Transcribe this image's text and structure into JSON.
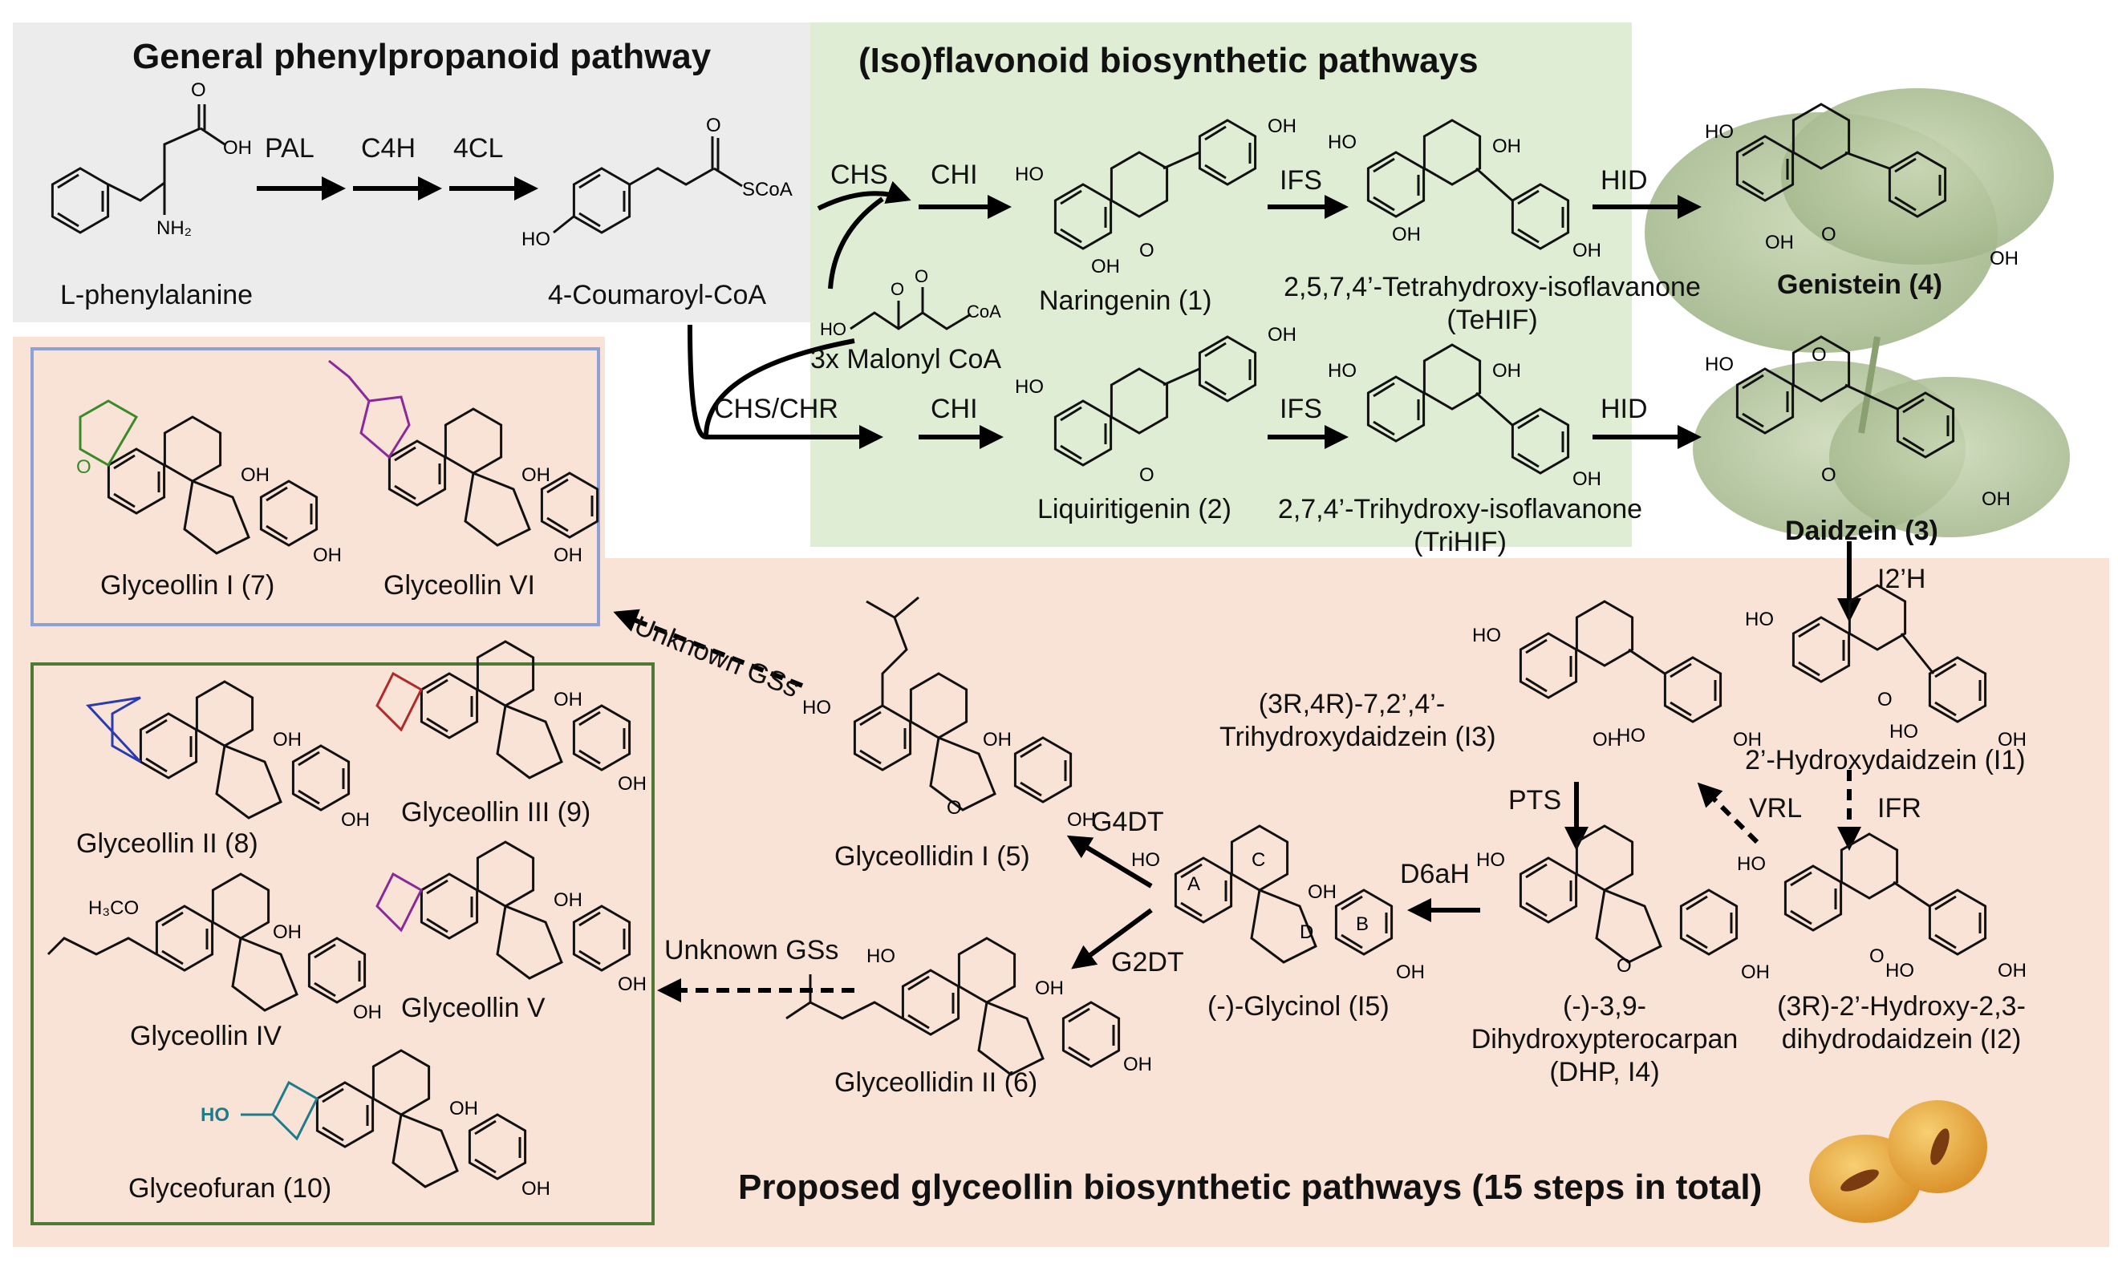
{
  "panels": {
    "general_title": "General phenylpropanoid pathway",
    "iso_title": "(Iso)flavonoid biosynthetic pathways",
    "proposed_title": "Proposed glyceollin biosynthetic pathways (15 steps in total)"
  },
  "compounds": {
    "phe": "L-phenylalanine",
    "coumaroyl": "4-Coumaroyl-CoA",
    "malonyl": "3x Malonyl CoA",
    "naringenin": "Naringenin (1)",
    "liquiritigenin": "Liquiritigenin (2)",
    "tehif_1": "2,5,7,4’-Tetrahydroxy-isoflavanone",
    "tehif_2": "(TeHIF)",
    "trihif_1": "2,7,4’-Trihydroxy-isoflavanone",
    "trihif_2": "(TriHIF)",
    "genistein": "Genistein (4)",
    "daidzein": "Daidzein (3)",
    "i1": "2’-Hydroxydaidzein (I1)",
    "i2_1": "(3R)-2’-Hydroxy-2,3-",
    "i2_2": "dihydrodaidzein (I2)",
    "i3_1": "(3R,4R)-7,2’,4’-",
    "i3_2": "Trihydroxydaidzein (I3)",
    "i4_1": "(-)-3,9-",
    "i4_2": "Dihydroxypterocarpan",
    "i4_3": "(DHP, I4)",
    "i5": "(-)-Glycinol (I5)",
    "g_i": "Glyceollidin I (5)",
    "g_ii": "Glyceollidin II (6)",
    "gly1": "Glyceollin I (7)",
    "gly6": "Glyceollin VI",
    "gly2": "Glyceollin II (8)",
    "gly3": "Glyceollin III (9)",
    "gly4": "Glyceollin IV",
    "gly5": "Glyceollin V",
    "glyfuran": "Glyceofuran (10)"
  },
  "enzymes": {
    "pal": "PAL",
    "c4h": "C4H",
    "cl4": "4CL",
    "chs": "CHS",
    "chi_top": "CHI",
    "chs_chr": "CHS/CHR",
    "chi_bot": "CHI",
    "ifs_top": "IFS",
    "ifs_bot": "IFS",
    "hid_top": "HID",
    "hid_bot": "HID",
    "i2h": "I2’H",
    "ifr": "IFR",
    "vrl": "VRL",
    "pts": "PTS",
    "d6ah": "D6aH",
    "g4dt": "G4DT",
    "g2dt": "G2DT",
    "unknown_top": "Unknown GSs",
    "unknown_bot": "Unknown GSs"
  },
  "colors": {
    "general_bg": "#ececec",
    "iso_bg": "#e0edd5",
    "proposed_bg": "#f9e3d6",
    "box_blue": "#8ea0d8",
    "box_green": "#4f7a36",
    "prenyl_green": "#3a8a2a",
    "furan_purple": "#8a2a9a",
    "furan_red": "#b02a2a",
    "pyran_blue": "#2a3ab0",
    "furan_teal": "#1f7a8a",
    "bean": "#e8a23a"
  }
}
